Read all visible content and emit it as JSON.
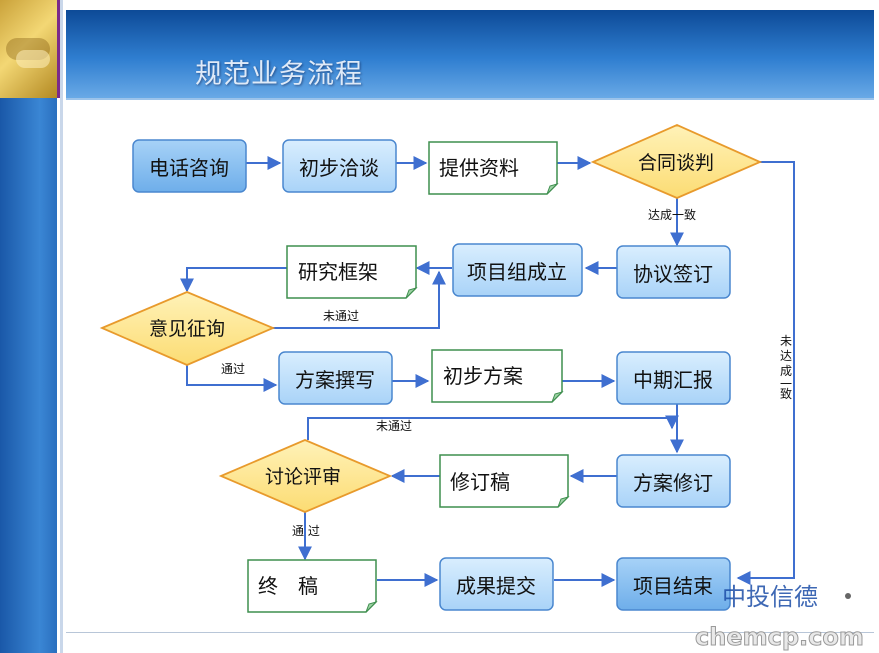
{
  "title": "规范业务流程",
  "nodes": {
    "phone": "电话咨询",
    "initial_talk": "初步洽谈",
    "provide_info": "提供资料",
    "contract_negotiation": "合同谈判",
    "agreement_sign": "协议签订",
    "team_setup": "项目组成立",
    "research_framework": "研究框架",
    "opinion_review": "意见征询",
    "plan_writing": "方案撰写",
    "initial_plan": "初步方案",
    "interim_report": "中期汇报",
    "plan_revision": "方案修订",
    "revised_draft": "修订稿",
    "discussion_review": "讨论评审",
    "final_draft": "终　稿",
    "deliverable_submit": "成果提交",
    "project_end": "项目结束"
  },
  "edge_labels": {
    "agreed": "达成一致",
    "not_passed_1": "未通过",
    "passed_1": "通过",
    "not_passed_2": "未通过",
    "passed_2": "通 过",
    "not_agreed": [
      "未",
      "达",
      "成",
      "一",
      "致"
    ]
  },
  "watermarks": {
    "cn": "中投信德",
    "en": "chemcp.com"
  },
  "colors": {
    "box_fill": "#bfe0fb",
    "box_border": "#4a87cf",
    "box_dark_fill": "#86bdf0",
    "doc_border": "#3f8f4f",
    "diamond_fill": "#fde89a",
    "diamond_border": "#e89a2c",
    "arrow": "#3f6fd0"
  }
}
